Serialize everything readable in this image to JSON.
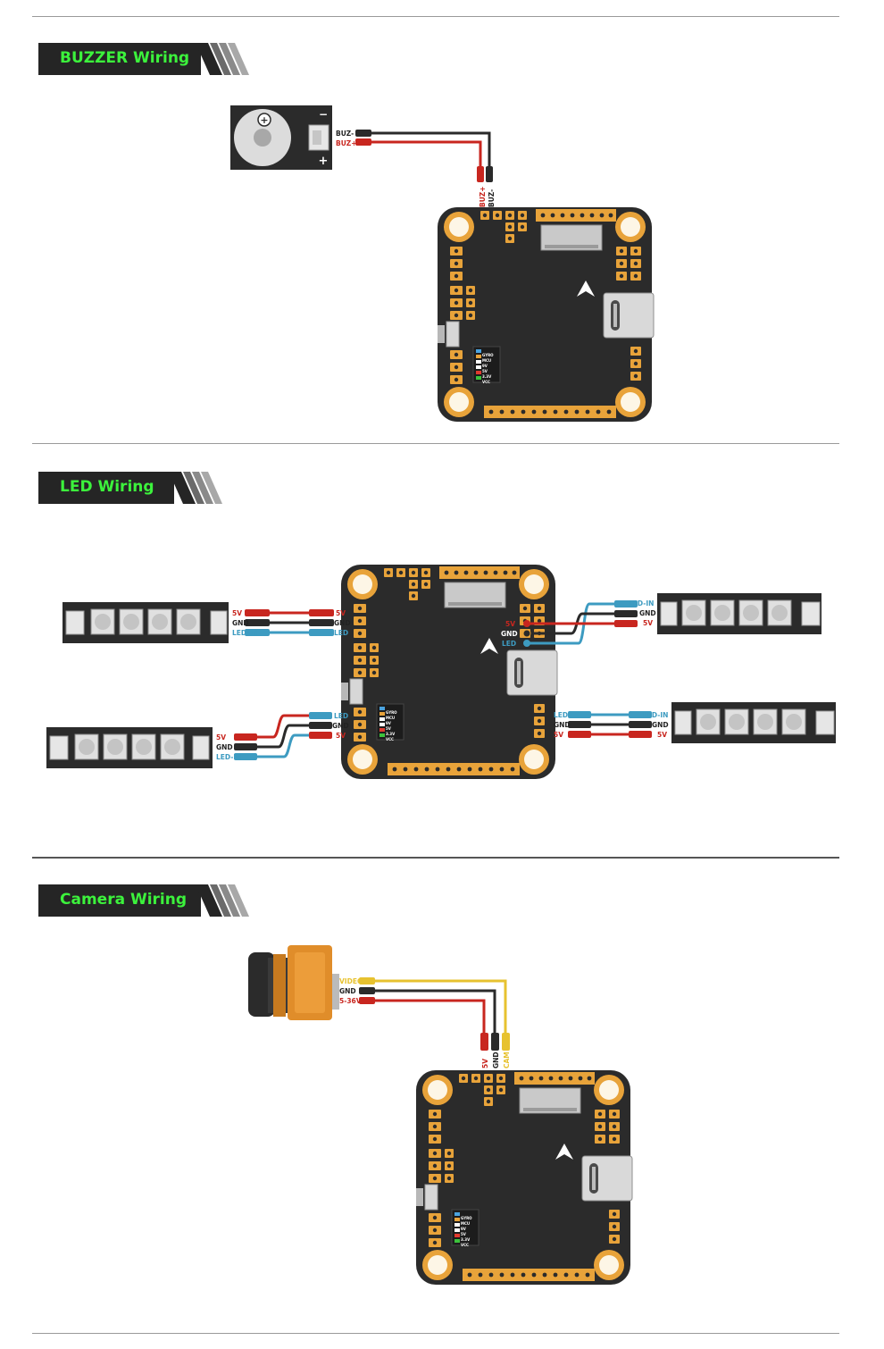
{
  "sections": [
    {
      "title": "BUZZER Wiring"
    },
    {
      "title": "LED Wiring"
    },
    {
      "title": "Camera Wiring"
    }
  ],
  "colors": {
    "banner_bg": "#252525",
    "banner_text": "#3cf23c",
    "board": "#2b2b2b",
    "pad_gold": "#e8a33a",
    "wire_red": "#c8261f",
    "wire_black": "#2a2a2a",
    "wire_blue": "#3d9bc1",
    "wire_yellow": "#e7c22f",
    "camera_body": "#e08d2a"
  },
  "board": {
    "led_labels": [
      "GYRO",
      "MCU",
      "9V",
      "5V",
      "3.3V",
      "VCC"
    ]
  },
  "buzzer": {
    "minus_sign": "−",
    "plus_sign": "+",
    "wire_labels": [
      "BUZ-",
      "BUZ+"
    ],
    "board_labels": [
      "BUZ+",
      "BUZ-"
    ]
  },
  "led": {
    "strip_labels": [
      "5V",
      "GND",
      "LED-IN"
    ],
    "board_labels": [
      "5V",
      "GND",
      "LED"
    ],
    "right_top_board": [
      "5V",
      "GND",
      "LED"
    ],
    "right_top_strip": [
      "LED-IN",
      "GND",
      "5V"
    ],
    "left_bottom_board": [
      "LED",
      "GND",
      "5V"
    ],
    "left_bottom_strip": [
      "5V",
      "GND",
      "LED-IN"
    ],
    "right_bottom_board": [
      "LED",
      "GND",
      "5V"
    ],
    "right_bottom_strip": [
      "LED-IN",
      "GND",
      "5V"
    ]
  },
  "camera": {
    "wire_labels": [
      "VIDEO",
      "GND",
      "5-36V"
    ],
    "board_labels": [
      "5V",
      "GND",
      "CAM"
    ]
  }
}
